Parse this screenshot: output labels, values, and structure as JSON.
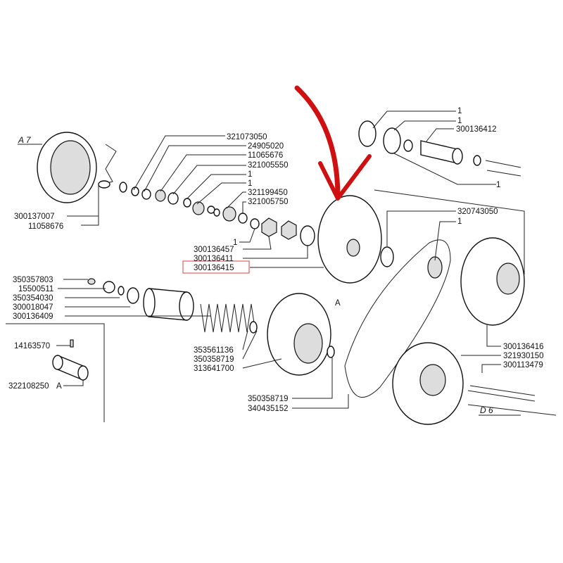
{
  "diagram": {
    "section_refs": {
      "a7": "A 7",
      "d6": "D 6",
      "a_hub": "A",
      "a_bushing": "A"
    },
    "highlight_color": "#e0403a",
    "arrow_color": "#d01010",
    "highlighted_part": "300136415",
    "labels": {
      "top_right": [
        "1",
        "1",
        "300136412",
        "1"
      ],
      "upper_chain": [
        "321073050",
        "24905020",
        "11065676",
        "321005550",
        "1",
        "1",
        "321199450",
        "321005750"
      ],
      "nut_group": [
        "1",
        "300136457",
        "300136411",
        "300136415"
      ],
      "a7_group": [
        "300137007",
        "11058676"
      ],
      "right_pulley": [
        "320743050",
        "1"
      ],
      "left_group": [
        "350357803",
        "15500511",
        "350354030",
        "300018047",
        "300136409"
      ],
      "bushing_group": [
        "14163570",
        "322108250"
      ],
      "spring_group": [
        "353561136",
        "350358719",
        "313641700"
      ],
      "belt_group": [
        "350358719",
        "340435152"
      ],
      "rear_pulley": [
        "300136416",
        "321930150",
        "300113479"
      ]
    }
  }
}
